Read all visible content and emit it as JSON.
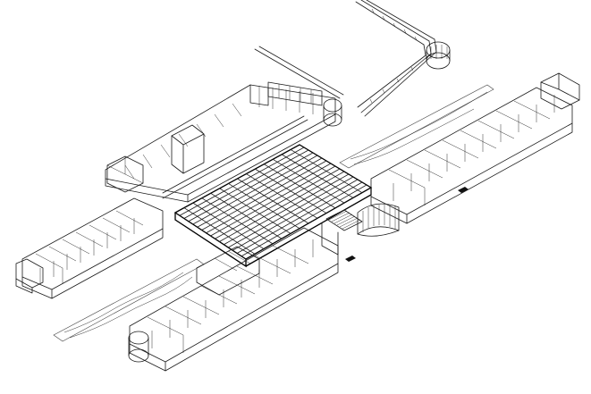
{
  "drawing": {
    "line_color": "#1a1a1a",
    "background": "#ffffff",
    "components": [
      "north-access-ramp",
      "rotunda-stair",
      "upper-left-wing",
      "lower-left-wing",
      "lower-center-wing",
      "right-wing",
      "central-space-frame-roof",
      "main-entrance-stair",
      "entrance-rotunda"
    ]
  }
}
